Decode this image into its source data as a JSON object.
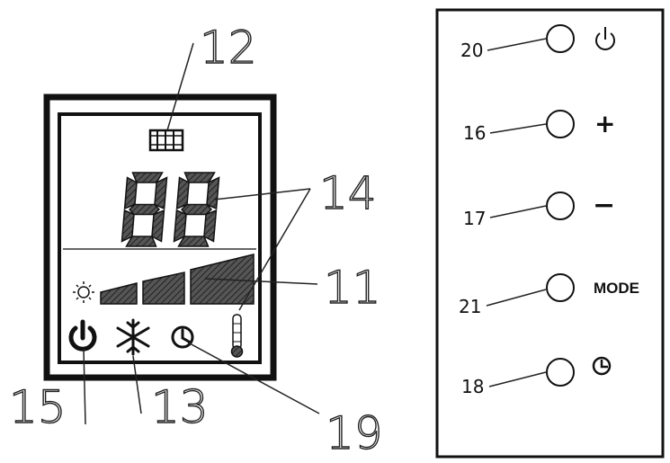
{
  "display_panel": {
    "digits": "88",
    "callouts": {
      "heater_icon": "12",
      "digits": "14",
      "fan_bars": "11",
      "power": "15",
      "snowflake": "13",
      "clock": "19"
    }
  },
  "button_panel": {
    "buttons": [
      {
        "number": "20",
        "symbol": "power-icon",
        "text": ""
      },
      {
        "number": "16",
        "symbol": "plus",
        "text": "+"
      },
      {
        "number": "17",
        "symbol": "minus",
        "text": "−"
      },
      {
        "number": "21",
        "symbol": "text",
        "text": "MODE"
      },
      {
        "number": "18",
        "symbol": "timer-icon",
        "text": ""
      }
    ]
  }
}
